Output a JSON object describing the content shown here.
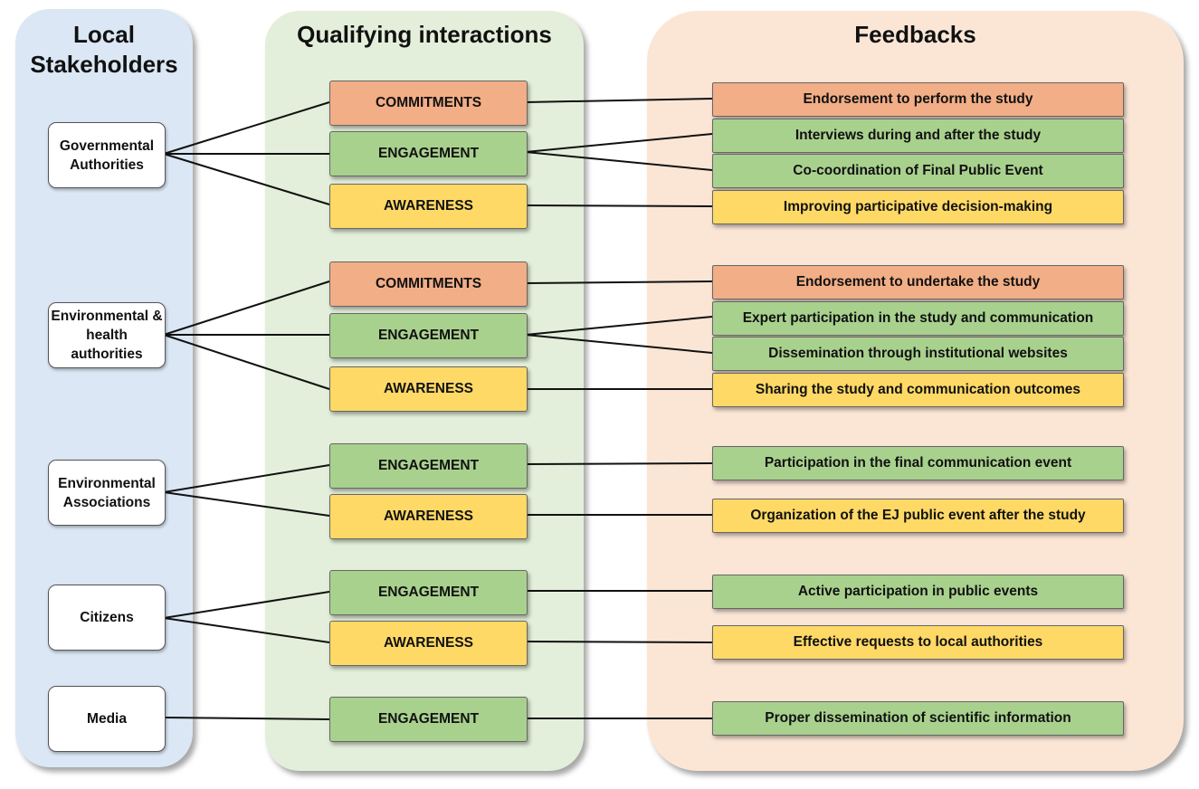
{
  "columns": {
    "stakeholders": "Local Stakeholders",
    "interactions": "Qualifying interactions",
    "feedbacks": "Feedbacks"
  },
  "stakeholders": [
    "Governmental Authorities",
    "Environmental & health authorities",
    "Environmental Associations",
    "Citizens",
    "Media"
  ],
  "interactions": [
    "COMMITMENTS",
    "ENGAGEMENT",
    "AWARENESS",
    "COMMITMENTS",
    "ENGAGEMENT",
    "AWARENESS",
    "ENGAGEMENT",
    "AWARENESS",
    "ENGAGEMENT",
    "AWARENESS",
    "ENGAGEMENT"
  ],
  "feedbacks": [
    "Endorsement to perform the study",
    "Interviews during and after the study",
    "Co-coordination of Final Public Event",
    "Improving participative decision-making",
    "Endorsement to undertake the study",
    "Expert participation in the study and communication",
    "Dissemination through institutional websites",
    "Sharing the study and communication outcomes",
    "Participation in the final communication event",
    "Organization of the EJ public event after the study",
    "Active participation in public events",
    "Effective requests to local authorities",
    "Proper dissemination of scientific information"
  ],
  "colors": {
    "commitments": "#f2ae86",
    "engagement": "#a9d18e",
    "awareness": "#ffd966",
    "stakeholders_panel": "#dbe7f5",
    "interactions_panel": "#e3efda",
    "feedbacks_panel": "#fbe6d6"
  }
}
